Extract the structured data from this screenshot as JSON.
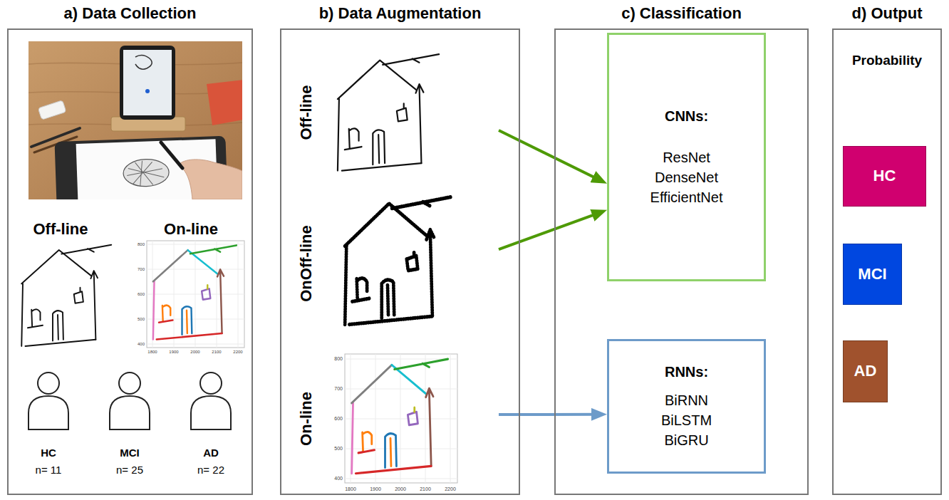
{
  "diagram": {
    "nodes": [
      {
        "text": [
          "a) Data Collection"
        ]
      },
      {
        "text": [
          "b) Data Augmentation"
        ]
      },
      {
        "text": [
          "c) Classification"
        ]
      },
      {
        "text": [
          "d) Output"
        ]
      },
      {
        "text": [
          "Off-line"
        ],
        "in": 1
      },
      {
        "text": [
          "OnOff-line"
        ],
        "in": 1
      },
      {
        "text": [
          "On-line"
        ],
        "in": 1
      },
      {
        "text": [
          "CNNs:",
          "ResNet DenseNet EfficientNet"
        ],
        "in": 2
      },
      {
        "text": [
          "RNNs:",
          "BiRNN BiLSTM BiGRU"
        ],
        "in": 2
      },
      {
        "text": [
          "HC"
        ],
        "in": 3
      },
      {
        "text": [
          "MCI"
        ],
        "in": 3
      },
      {
        "text": [
          "AD"
        ],
        "in": 3
      }
    ],
    "edges": [
      {
        "from": 4,
        "to": 7,
        "arrow": "to"
      },
      {
        "from": 5,
        "to": 7,
        "arrow": "to"
      },
      {
        "from": 6,
        "to": 8,
        "arrow": "to"
      }
    ],
    "labels": [
      "Off-line",
      "On-line",
      "800",
      "700",
      "600",
      "500",
      "400",
      "1800",
      "1900",
      "2000",
      "2100",
      "2200",
      "HC",
      "n= 11",
      "MCI",
      "n= 25",
      "AD",
      "n= 22",
      "800",
      "700",
      "600",
      "500",
      "400",
      "1800",
      "1900",
      "2000",
      "2100",
      "2200",
      "Probability"
    ]
  }
}
